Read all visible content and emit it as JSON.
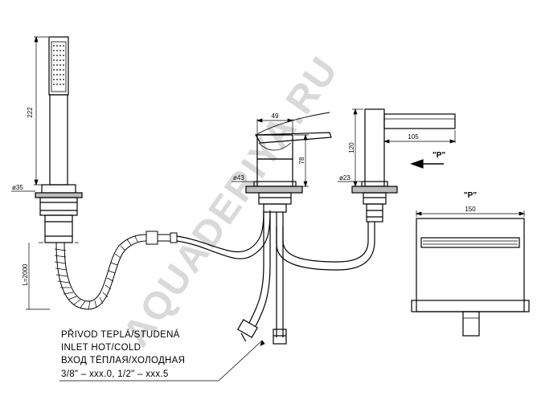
{
  "watermark": "AQUADERIYA.RU",
  "dims": {
    "hand_shower_length": "222",
    "hand_shower_dia": "ø35",
    "hose_length": "L=2000",
    "mixer_width": "49",
    "mixer_height": "78",
    "mixer_dia": "ø43",
    "spout_height": "120",
    "spout_reach": "105",
    "spout_dia": "ø23",
    "view_width": "150"
  },
  "view_marker": "\"P\"",
  "view_title": "\"P\"",
  "notes": [
    "PŘIVOD TEPLÁ/STUDENÁ",
    "INLET HOT/COLD",
    "ВХОД ТЁПЛАЯ/ХОЛОДНАЯ",
    "3/8\" – xxx.0, 1/2\" – xxx.5"
  ],
  "colors": {
    "line": "#000000",
    "watermark": "#d9d9d9"
  }
}
